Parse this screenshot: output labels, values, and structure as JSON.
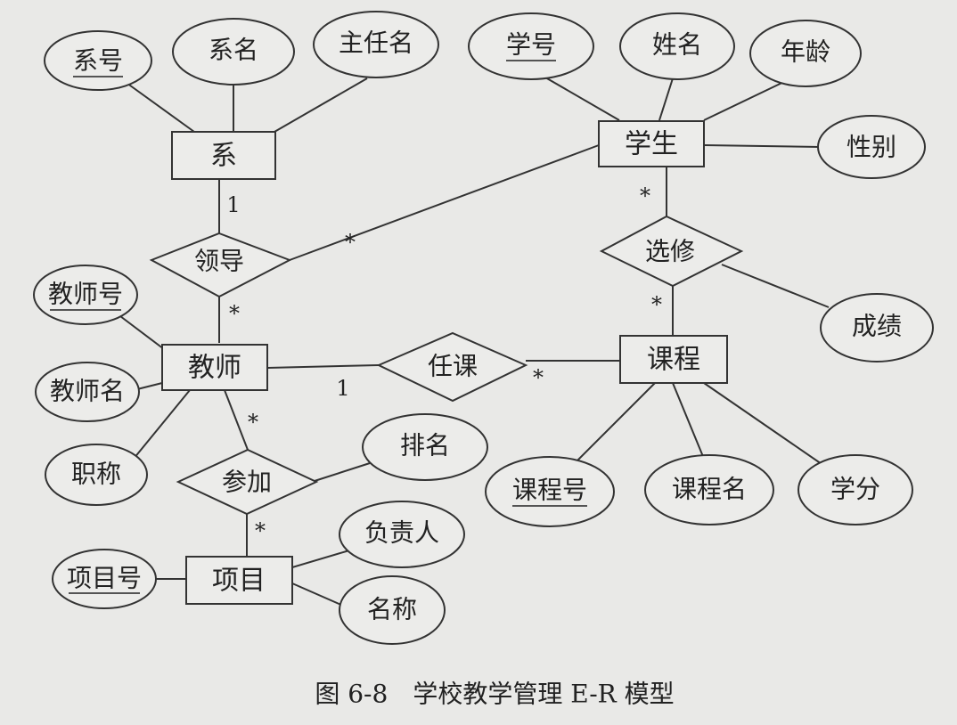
{
  "entities": [
    {
      "id": "xi",
      "label": "系"
    },
    {
      "id": "xuesheng",
      "label": "学生"
    },
    {
      "id": "jiaoshi",
      "label": "教师"
    },
    {
      "id": "kecheng",
      "label": "课程"
    },
    {
      "id": "xiangmu",
      "label": "项目"
    }
  ],
  "relationships": [
    {
      "id": "lingdao",
      "label": "领导"
    },
    {
      "id": "xuanxiu",
      "label": "选修"
    },
    {
      "id": "renke",
      "label": "任课"
    },
    {
      "id": "canjia",
      "label": "参加"
    }
  ],
  "attributes": [
    {
      "id": "xihao",
      "label": "系号",
      "key": true
    },
    {
      "id": "ximing",
      "label": "系名",
      "key": false
    },
    {
      "id": "zhurenming",
      "label": "主任名",
      "key": false
    },
    {
      "id": "xuehao",
      "label": "学号",
      "key": true
    },
    {
      "id": "xingming",
      "label": "姓名",
      "key": false
    },
    {
      "id": "nianling",
      "label": "年龄",
      "key": false
    },
    {
      "id": "xingbie",
      "label": "性别",
      "key": false
    },
    {
      "id": "chengji",
      "label": "成绩",
      "key": false
    },
    {
      "id": "jiaoshihao",
      "label": "教师号",
      "key": true
    },
    {
      "id": "jiaoshiming",
      "label": "教师名",
      "key": false
    },
    {
      "id": "zhicheng",
      "label": "职称",
      "key": false
    },
    {
      "id": "paiming",
      "label": "排名",
      "key": false
    },
    {
      "id": "kechenghao",
      "label": "课程号",
      "key": true
    },
    {
      "id": "kechengming",
      "label": "课程名",
      "key": false
    },
    {
      "id": "xuefen",
      "label": "学分",
      "key": false
    },
    {
      "id": "fuzeren",
      "label": "负责人",
      "key": false
    },
    {
      "id": "mingcheng",
      "label": "名称",
      "key": false
    },
    {
      "id": "xiangmuhao",
      "label": "项目号",
      "key": true
    }
  ],
  "cardinalities": [
    "1",
    "*",
    "*",
    "*",
    "*",
    "1",
    "*",
    "*",
    "*"
  ],
  "caption": "图 6-8　学校教学管理 E-R 模型"
}
